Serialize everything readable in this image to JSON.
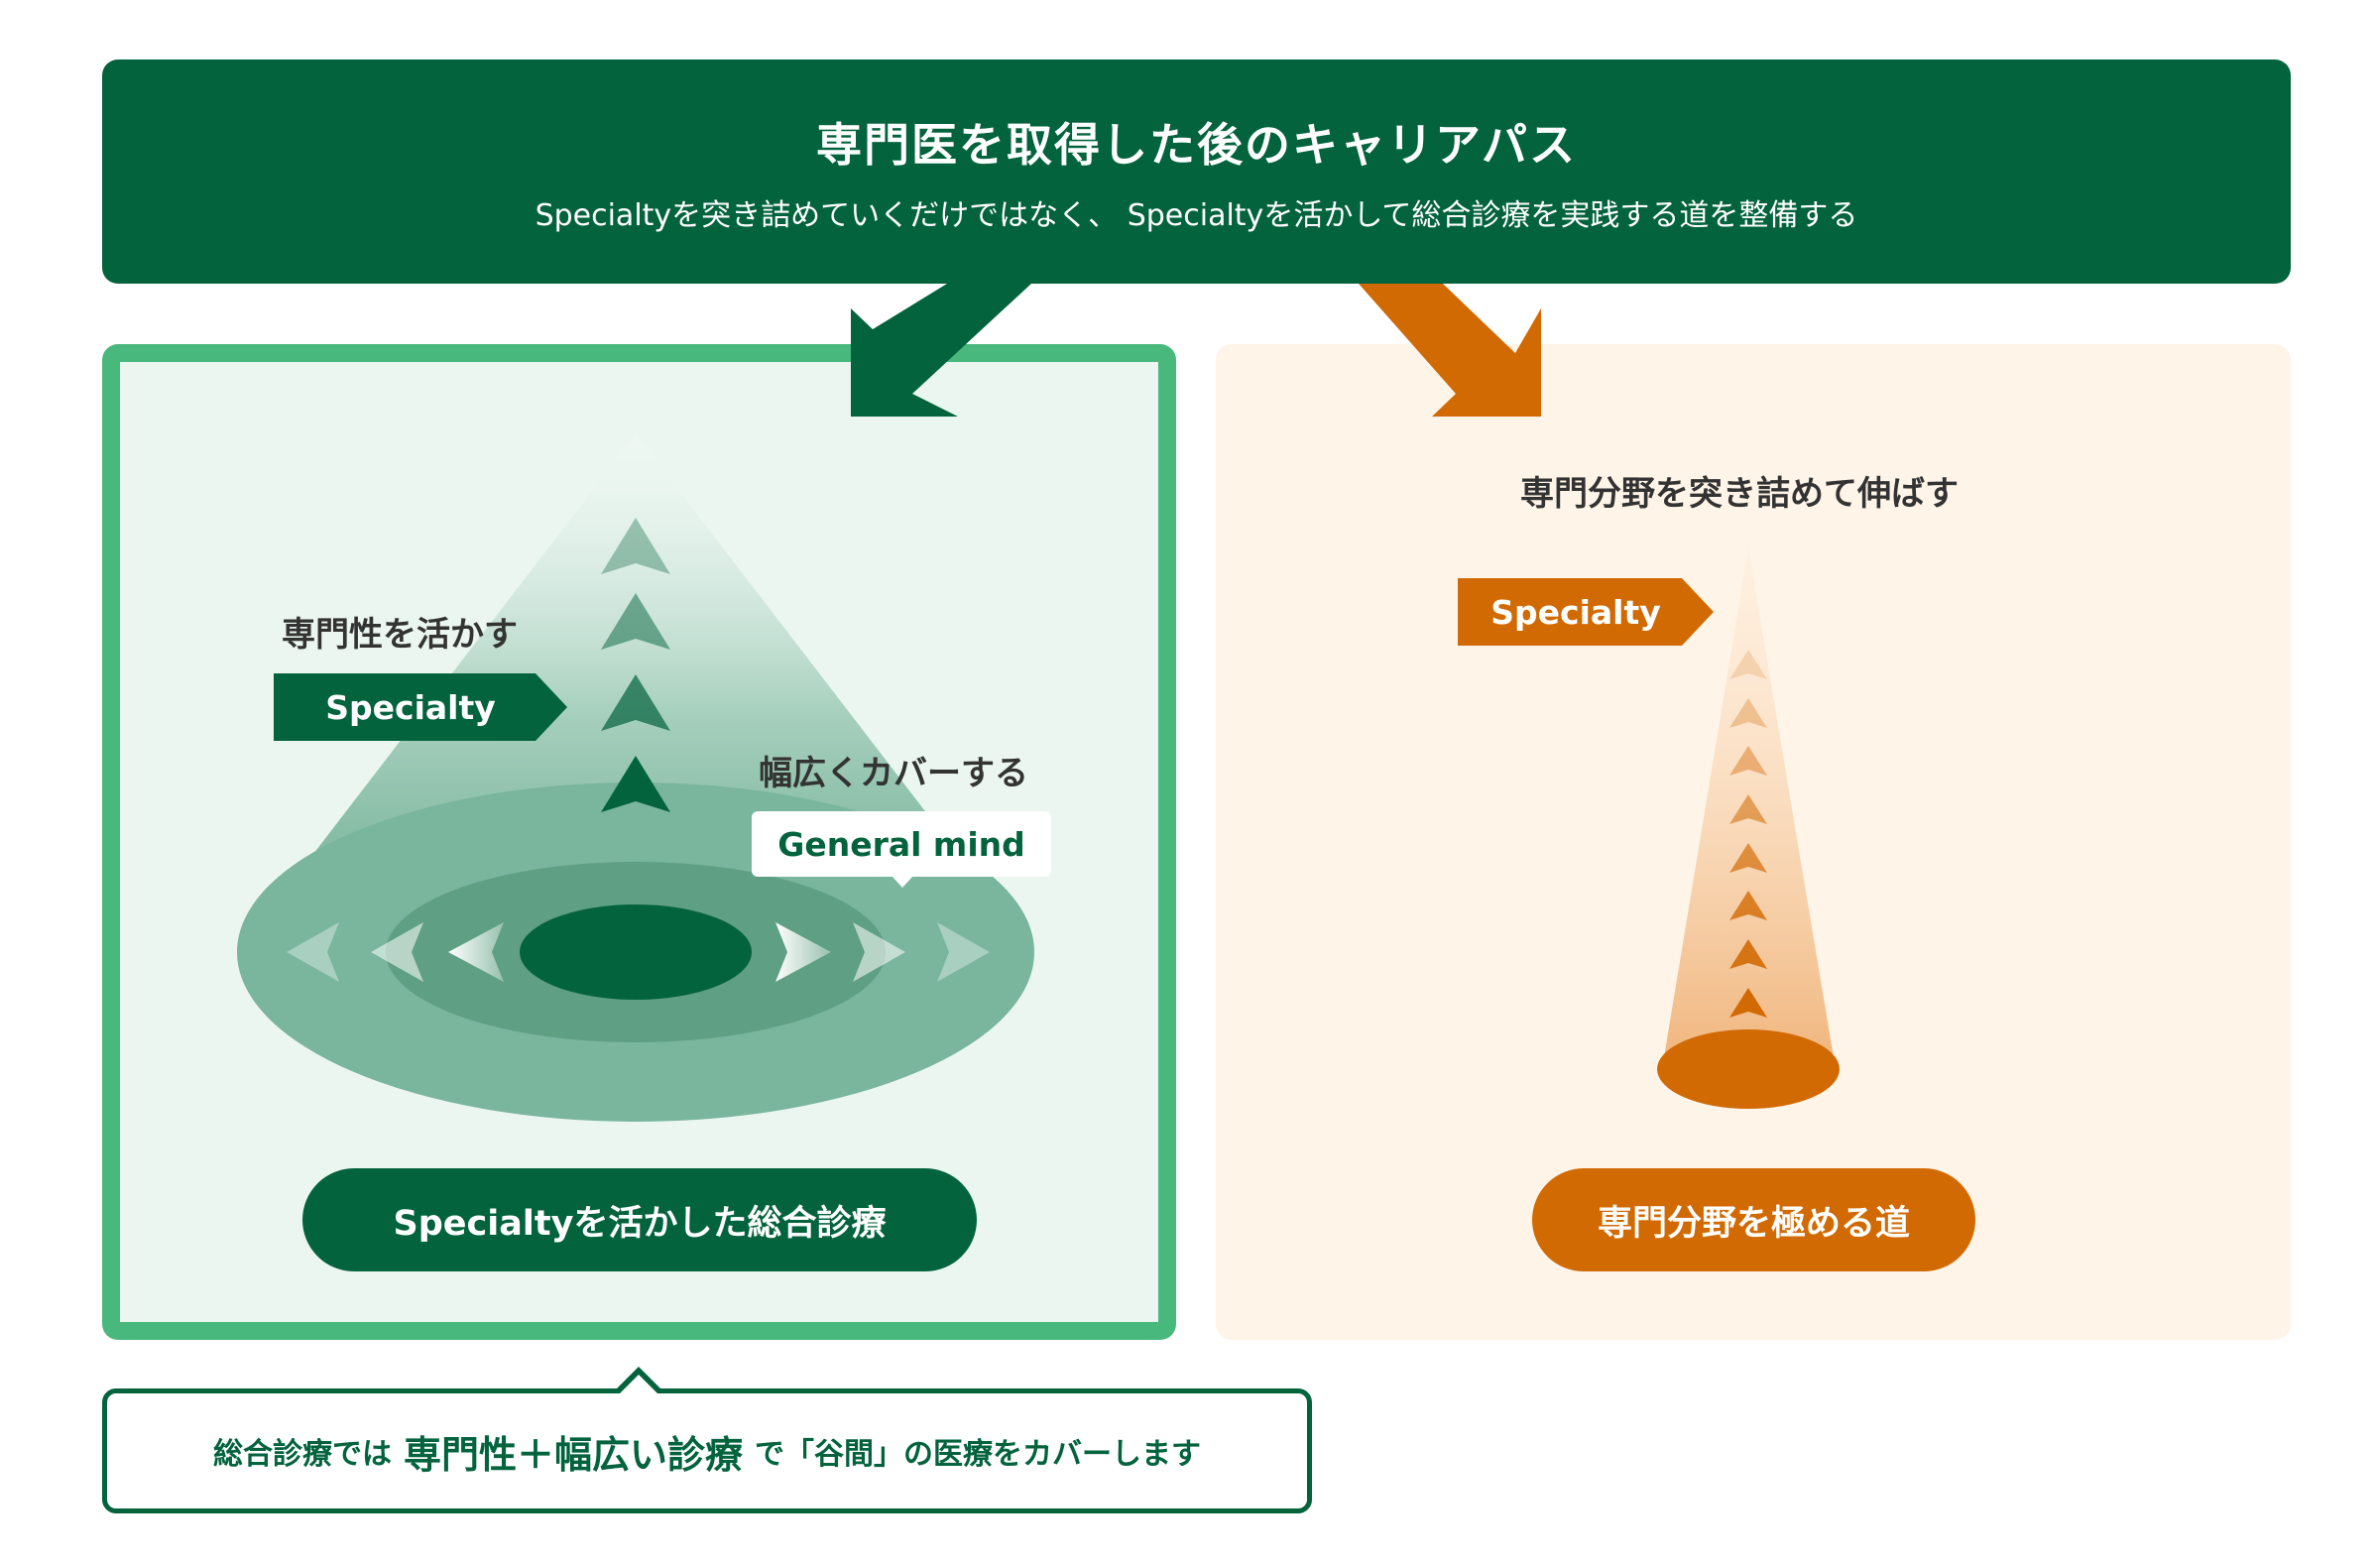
{
  "header": {
    "title": "専門医を取得した後のキャリアパス",
    "subtitle": "Specialtyを突き詰めていくだけではなく、 Specialtyを活かして総合診療を実践する道を整備する"
  },
  "left_panel": {
    "leverage_label": "専門性を活かす",
    "specialty_tag": "Specialty",
    "broad_label": "幅広くカバーする",
    "general_mind": "General mind",
    "pill": "Specialtyを活かした総合診療"
  },
  "right_panel": {
    "extend_label": "専門分野を突き詰めて伸ばす",
    "specialty_tag": "Specialty",
    "pill": "専門分野を極める道"
  },
  "callout": {
    "prefix": "総合診療では",
    "emphasis": "専門性＋幅広い診療",
    "suffix": "で「谷間」の医療をカバーします"
  },
  "colors": {
    "dark_green": "#03633d",
    "mid_green": "#48b87c",
    "light_green_bg": "#eaf6ef",
    "orange": "#d26a04",
    "light_orange_bg": "#fff4e8"
  }
}
